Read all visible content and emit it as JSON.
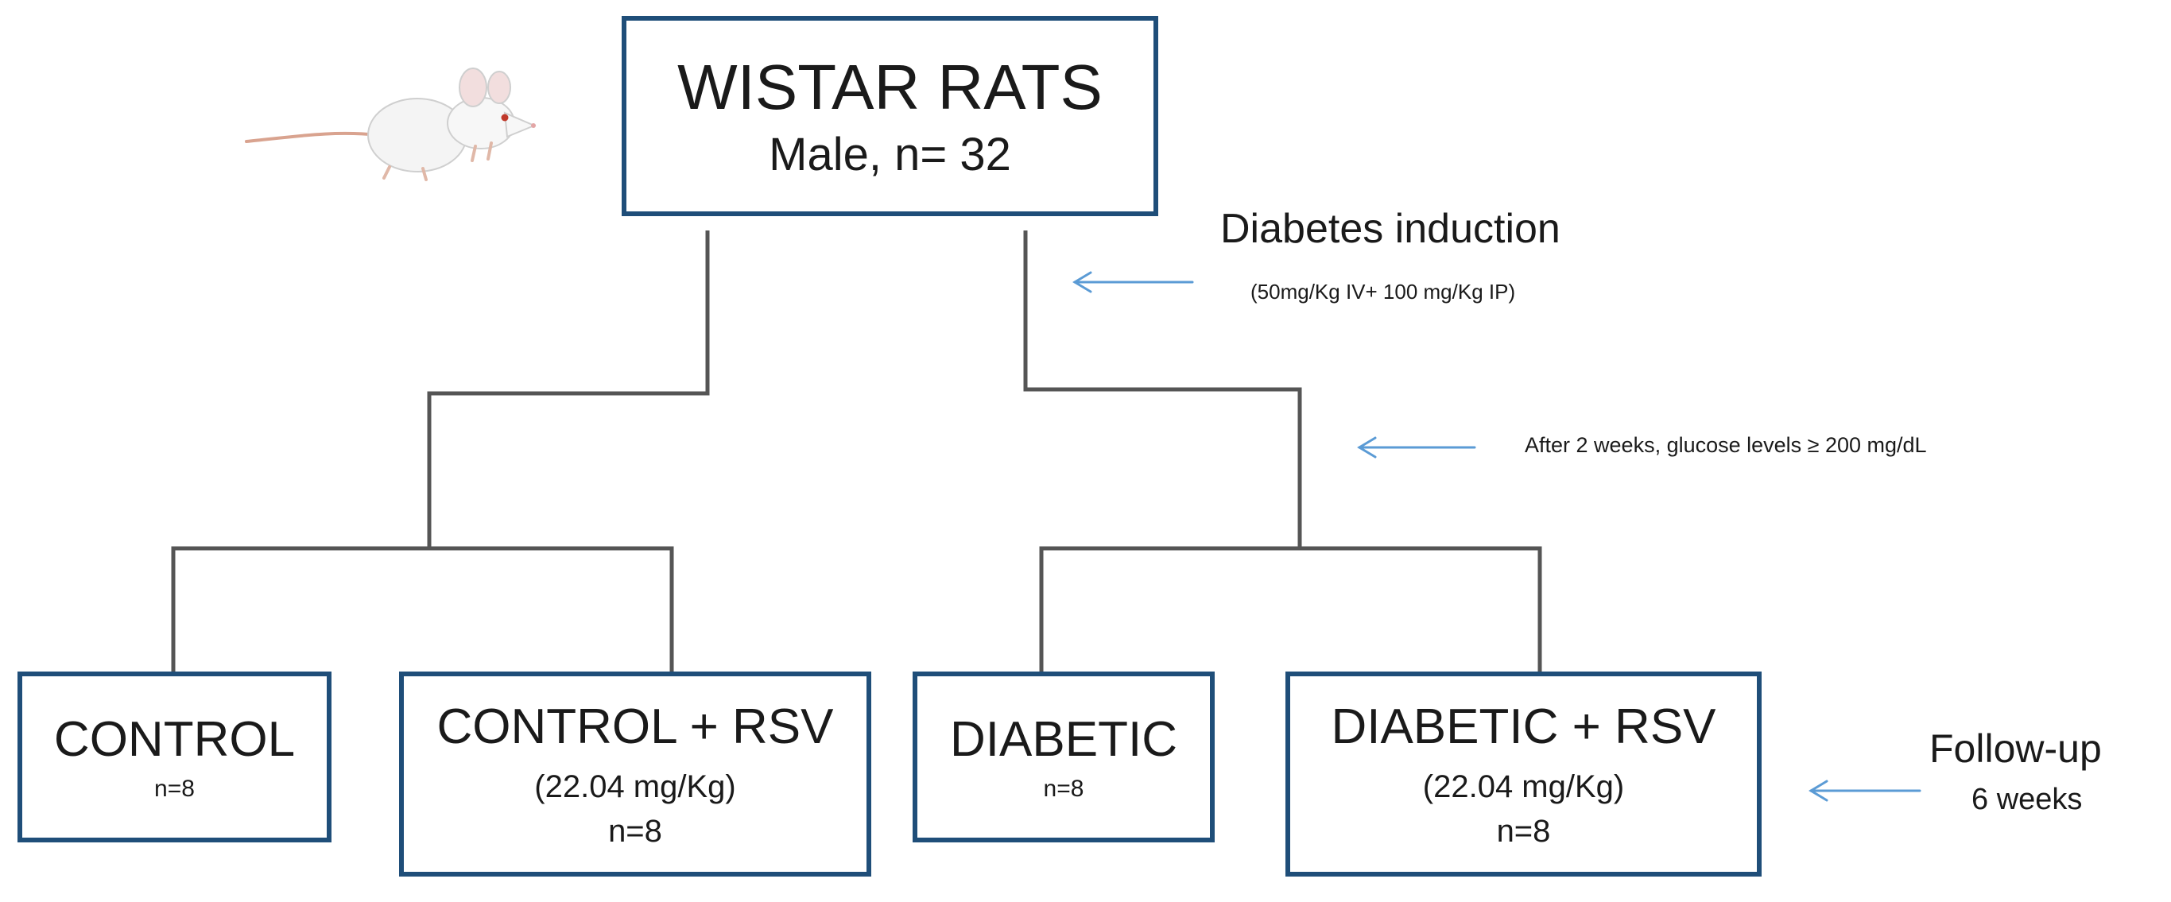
{
  "root": {
    "title": "WISTAR RATS",
    "subtitle": "Male, n= 32"
  },
  "notes": {
    "induction_title": "Diabetes induction",
    "induction_detail": "(50mg/Kg  IV+ 100 mg/Kg IP)",
    "glucose": "After 2 weeks, glucose levels  ≥ 200 mg/dL",
    "followup_title": "Follow-up",
    "followup_detail": "6 weeks"
  },
  "groups": [
    {
      "title": "CONTROL",
      "dose": "",
      "n": "n=8"
    },
    {
      "title": "CONTROL + RSV",
      "dose": "(22.04 mg/Kg)",
      "n": "n=8"
    },
    {
      "title": "DIABETIC",
      "dose": "",
      "n": "n=8"
    },
    {
      "title": "DIABETIC + RSV",
      "dose": "(22.04 mg/Kg)",
      "n": "n=8"
    }
  ],
  "colors": {
    "box_border": "#1f4e79",
    "connector": "#555555",
    "arrow": "#5b9bd5"
  },
  "icons": {
    "animal": "rat-illustration"
  }
}
